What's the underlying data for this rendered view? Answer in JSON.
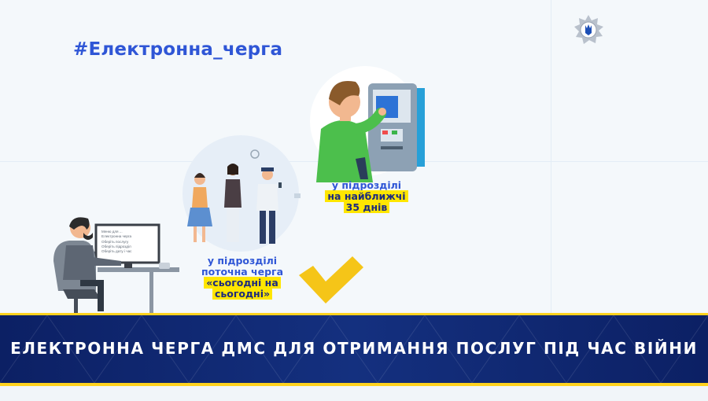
{
  "hashtag": "#Електронна_черга",
  "atm_caption": {
    "line1": "у підрозділі",
    "line2": "на найближчі",
    "line3": "35 днів"
  },
  "queue_caption": {
    "line1": "у підрозділі",
    "line2": "поточна черга",
    "line3": "«сьогодні на",
    "line4": "сьогодні»"
  },
  "monitor_menu": [
    "Меню для ...",
    "Електронна черга",
    "Оберіть послугу",
    "Оберіть підрозділ",
    "Оберіть дату і час"
  ],
  "banner": {
    "title": "ЕЛЕКТРОННА ЧЕРГА ДМС ДЛЯ ОТРИМАННЯ ПОСЛУГ ПІД ЧАС ВІЙНИ"
  },
  "colors": {
    "accent_blue": "#2f56d6",
    "highlight_yellow": "#ffe600",
    "banner_navy": "#0c2064",
    "check_yellow": "#f5c518"
  }
}
